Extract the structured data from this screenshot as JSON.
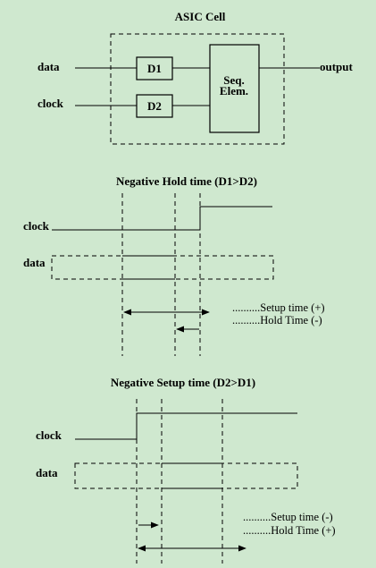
{
  "asic": {
    "title": "ASIC Cell",
    "input_data": "data",
    "input_clock": "clock",
    "delay1": "D1",
    "delay2": "D2",
    "seq_line1": "Seq.",
    "seq_line2": "Elem.",
    "output": "output"
  },
  "neg_hold": {
    "title": "Negative Hold time (D1>D2)",
    "clock_label": "clock",
    "data_label": "data",
    "setup_note": "..........Setup time (+)",
    "hold_note": "..........Hold Time (-)"
  },
  "neg_setup": {
    "title": "Negative Setup time (D2>D1)",
    "clock_label": "clock",
    "data_label": "data",
    "setup_note": "..........Setup time (-)",
    "hold_note": "..........Hold Time (+)"
  },
  "colors": {
    "background": "#cfe8cf",
    "ink": "#000000"
  }
}
